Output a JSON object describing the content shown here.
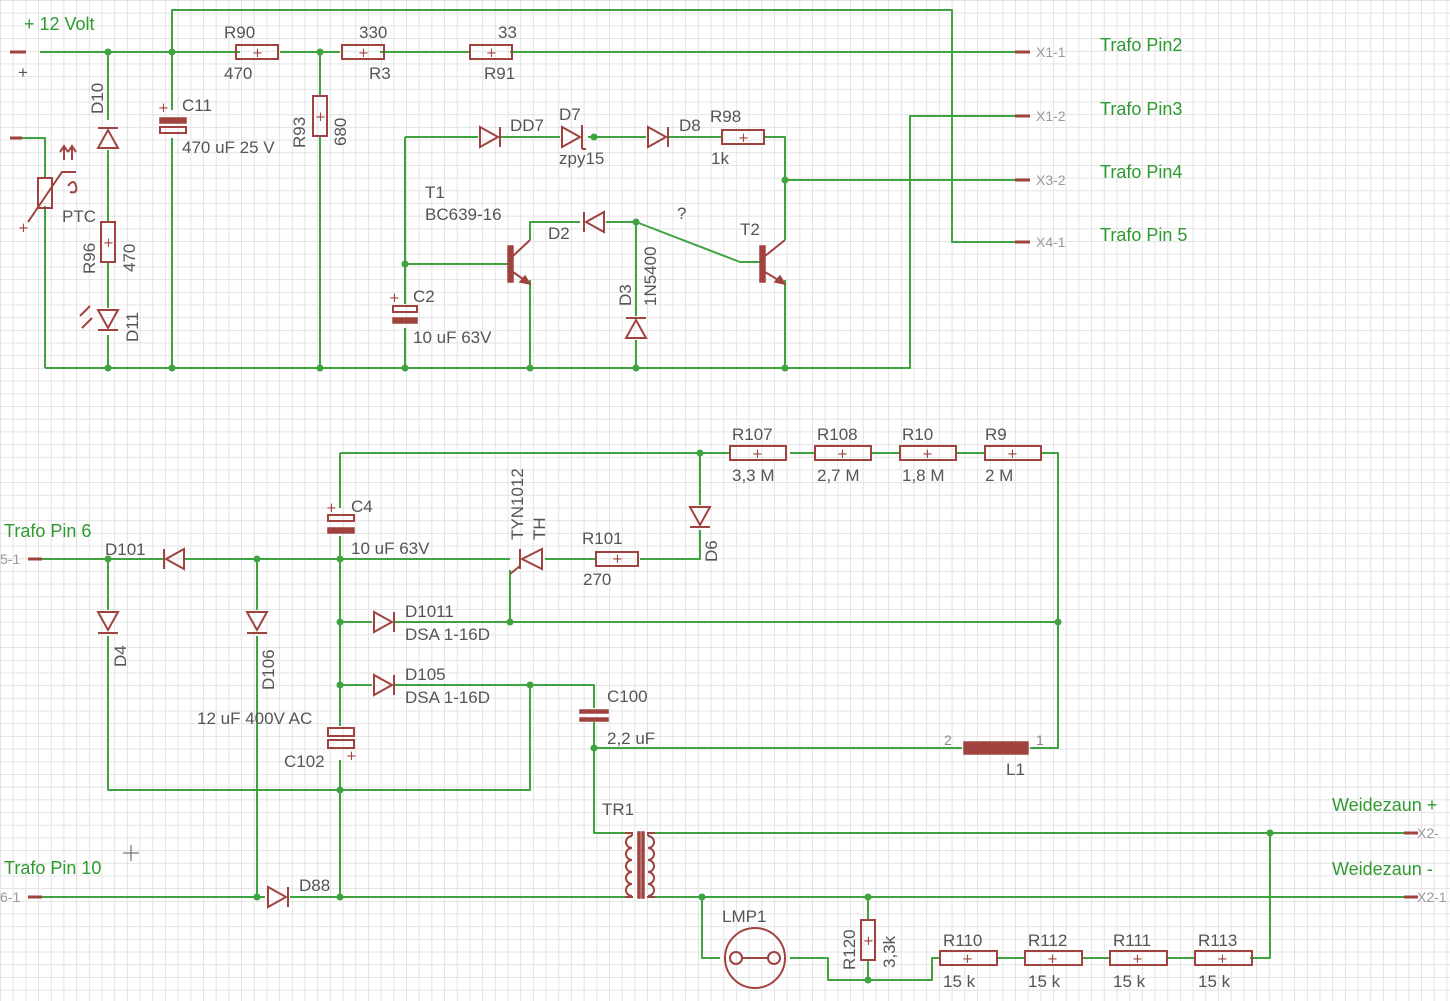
{
  "power": {
    "plus_label": "+ 12 Volt",
    "plus_sign": "+"
  },
  "nets": {
    "trafo_pin2": "Trafo Pin2",
    "trafo_pin3": "Trafo Pin3",
    "trafo_pin4": "Trafo Pin4",
    "trafo_pin5": "Trafo Pin 5",
    "trafo_pin6": "Trafo Pin 6",
    "trafo_pin10": "Trafo Pin 10",
    "weidezaun_plus": "Weidezaun +",
    "weidezaun_minus": "Weidezaun -"
  },
  "connectors": {
    "x1_1": "X1-1",
    "x1_2": "X1-2",
    "x3_2": "X3-2",
    "x4_1": "X4-1",
    "x5_1": "5-1",
    "x6_1": "6-1",
    "x2_a": "X2-",
    "x2_b": "X2-1"
  },
  "components": {
    "r90_name": "R90",
    "r90_value": "470",
    "r3_value": "330",
    "r3_name": "R3",
    "r91_value": "33",
    "r91_name": "R91",
    "c11_name": "C11",
    "c11_value": "470 uF 25 V",
    "r93_name": "R93",
    "r93_value": "680",
    "d10_name": "D10",
    "ptc_name": "PTC",
    "r96_name": "R96",
    "r96_value": "470",
    "d11_name": "D11",
    "dd7_name": "DD7",
    "d7_name": "D7",
    "d7_value": "zpy15",
    "d8_name": "D8",
    "r98_name": "R98",
    "r98_value": "1k",
    "t1_name": "T1",
    "t1_value": "BC639-16",
    "d2_name": "D2",
    "question": "?",
    "t2_name": "T2",
    "c2_name": "C2",
    "c2_value": "10 uF 63V",
    "d3_name": "D3",
    "d3_value": "1N5400",
    "r107_name": "R107",
    "r107_value": "3,3 M",
    "r108_name": "R108",
    "r108_value": "2,7 M",
    "r10_name": "R10",
    "r10_value": "1,8 M",
    "r9_name": "R9",
    "r9_value": "2 M",
    "c4_name": "C4",
    "c4_value": "10 uF 63V",
    "th_name": "TYN1012",
    "th_value": "TH",
    "r101_name": "R101",
    "r101_value": "270",
    "d6_name": "D6",
    "d101_name": "D101",
    "d4_name": "D4",
    "d106_name": "D106",
    "d1011_name": "D1011",
    "d1011_value": "DSA 1-16D",
    "d105_name": "D105",
    "d105_value": "DSA 1-16D",
    "c102_value": "12 uF 400V AC",
    "c102_name": "C102",
    "c100_name": "C100",
    "c100_value": "2,2 uF",
    "l1_name": "L1",
    "l1_pin2": "2",
    "l1_pin1": "1",
    "tr1_name": "TR1",
    "d88_name": "D88",
    "lmp1_name": "LMP1",
    "r120_name": "R120",
    "r120_value": "3,3k",
    "r110_name": "R110",
    "r110_value": "15 k",
    "r112_name": "R112",
    "r112_value": "15 k",
    "r111_name": "R111",
    "r111_value": "15 k",
    "r113_name": "R113",
    "r113_value": "15 k",
    "polarity": "+",
    "ptc_minus": "+"
  }
}
